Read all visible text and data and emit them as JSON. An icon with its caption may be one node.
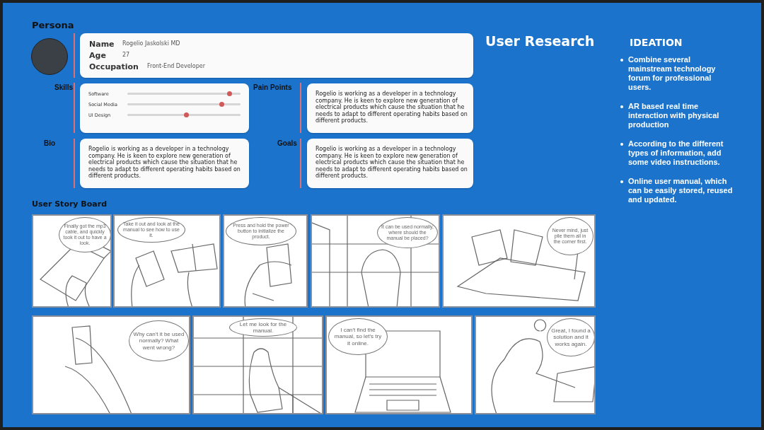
{
  "diagram": {
    "nodes": [
      {
        "text": [],
        "shape": "circle"
      },
      {
        "text": [
          "Name",
          "Rogelio Jaskolski MD",
          "Age",
          "27",
          "Occupation",
          "Front-End Developer"
        ]
      },
      {
        "text": [
          "Skills",
          "Software",
          "Social Media",
          "UI Design"
        ]
      },
      {
        "text": [
          "Pain Points",
          "Rogelio is working as a developer in a technology company. He is keen to explore new generation of electrical products which cause the situation that he needs to adapt to different operating habits based on different products."
        ]
      },
      {
        "text": [
          "Bio",
          "Rogelio is working as a developer in a technology company. He is keen to explore new generation of electrical products which cause the situation that he needs to adapt to different operating habits based on different products."
        ]
      },
      {
        "text": [
          "Goals",
          "Rogelio is working as a developer in a technology company. He is keen to explore new generation of electrical products which cause the situation that he needs to adapt to different operating habits based on different products."
        ]
      },
      {
        "text": [],
        "shape": "picture"
      },
      {
        "text": [
          "Finally got the mp3 cable, and quickly took it out to have a look."
        ],
        "in": 6
      },
      {
        "text": [],
        "shape": "picture"
      },
      {
        "text": [
          "Take it out and look at the manual to see how to use it."
        ],
        "in": 8
      },
      {
        "text": [],
        "shape": "picture"
      },
      {
        "text": [
          "Press and hold the power button to initialize the product."
        ],
        "in": 10
      },
      {
        "text": [],
        "shape": "picture"
      },
      {
        "text": [
          "It can be used normally, where should the manual be placed?"
        ],
        "in": 12
      },
      {
        "text": [],
        "shape": "picture"
      },
      {
        "text": [
          "Never mind, just pile them all in the corner first."
        ],
        "in": 14
      },
      {
        "text": [],
        "shape": "picture"
      },
      {
        "text": [
          "Why can't it be used normally? What went wrong?"
        ],
        "in": 16
      },
      {
        "text": [],
        "shape": "picture"
      },
      {
        "text": [
          "Let me look for the manual."
        ],
        "in": 18
      },
      {
        "text": [],
        "shape": "picture"
      },
      {
        "text": [
          "I can't find the manual, so let's try it online."
        ],
        "in": 20
      },
      {
        "text": [],
        "shape": "picture"
      },
      {
        "text": [
          "Great, I found a solution and it works again."
        ],
        "in": 22
      }
    ],
    "edges": [],
    "labels": [
      "Persona",
      "User Research",
      "IDEATION",
      "Combine several mainstream technology forum for professional users.",
      "AR based real time interaction with physical production",
      "According to the different types of information, add some video instructions.",
      "Online user manual, which can be easily stored, reused and updated.",
      "User Story Board"
    ]
  }
}
